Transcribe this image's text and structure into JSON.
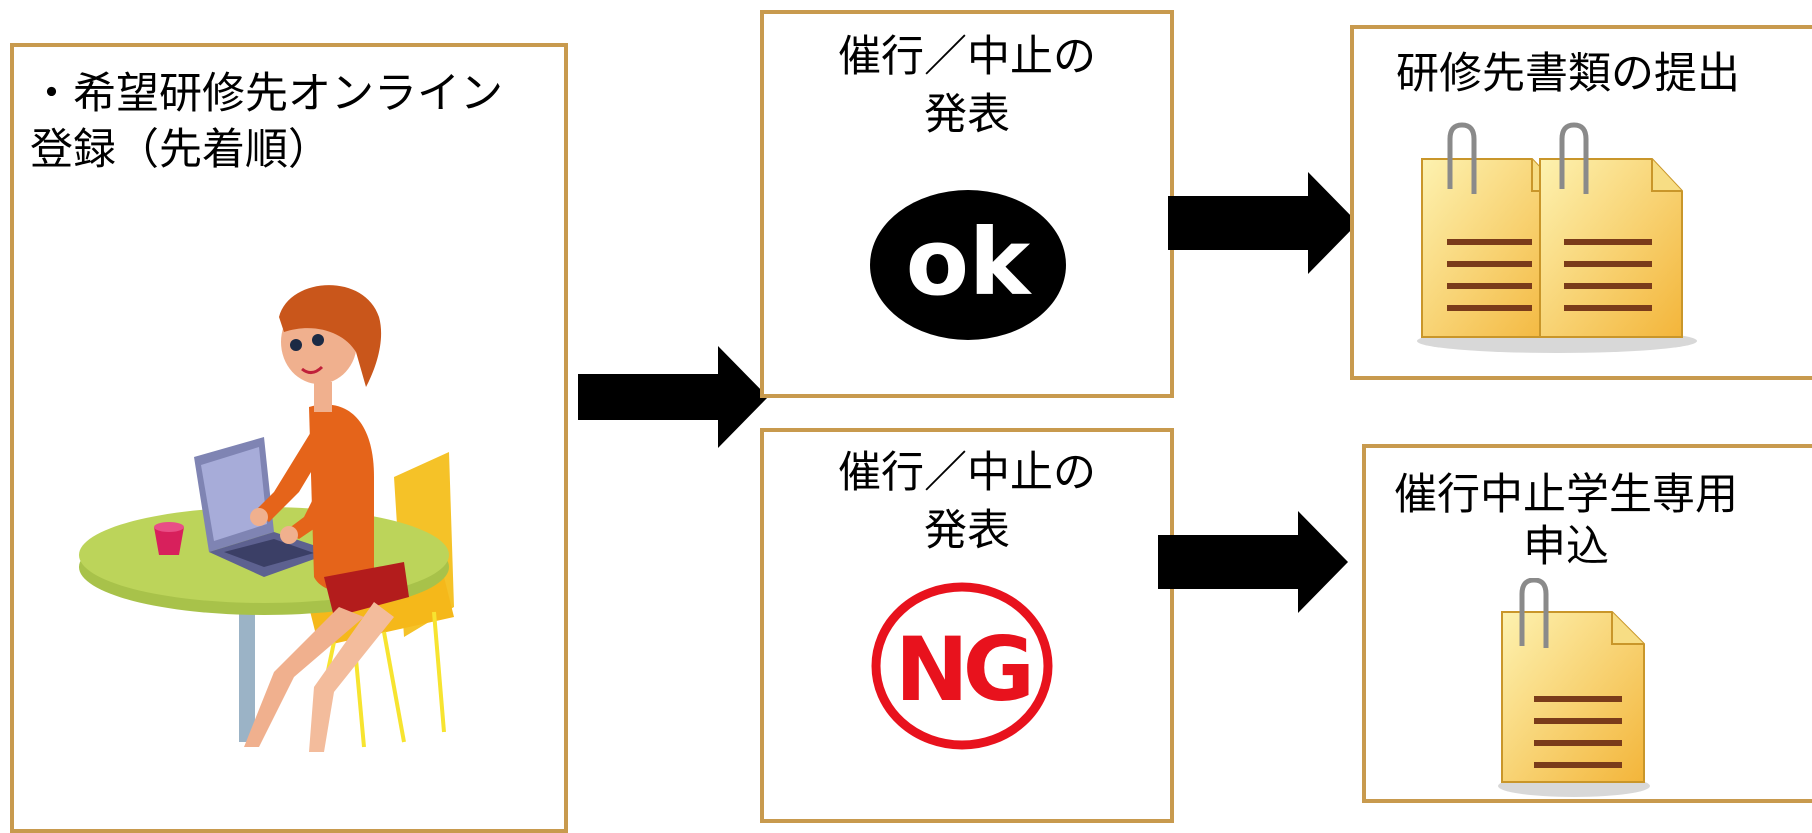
{
  "colors": {
    "box_border": "#c89a4e",
    "arrow": "#000000",
    "ng_red": "#e8121d"
  },
  "step1": {
    "line1": "・希望研修先オンライン",
    "line2": "登録（先着順）",
    "illustration": "woman-using-laptop-illustration"
  },
  "step2_ok": {
    "line1": "催行／中止の",
    "line2": "発表",
    "badge": "ok"
  },
  "step2_ng": {
    "line1": "催行／中止の",
    "line2": "発表",
    "badge": "NG"
  },
  "step3_ok": {
    "title": "研修先書類の提出",
    "icon": "documents-icon"
  },
  "step3_ng": {
    "line1": "催行中止学生専用",
    "line2": "申込",
    "icon": "document-icon"
  }
}
